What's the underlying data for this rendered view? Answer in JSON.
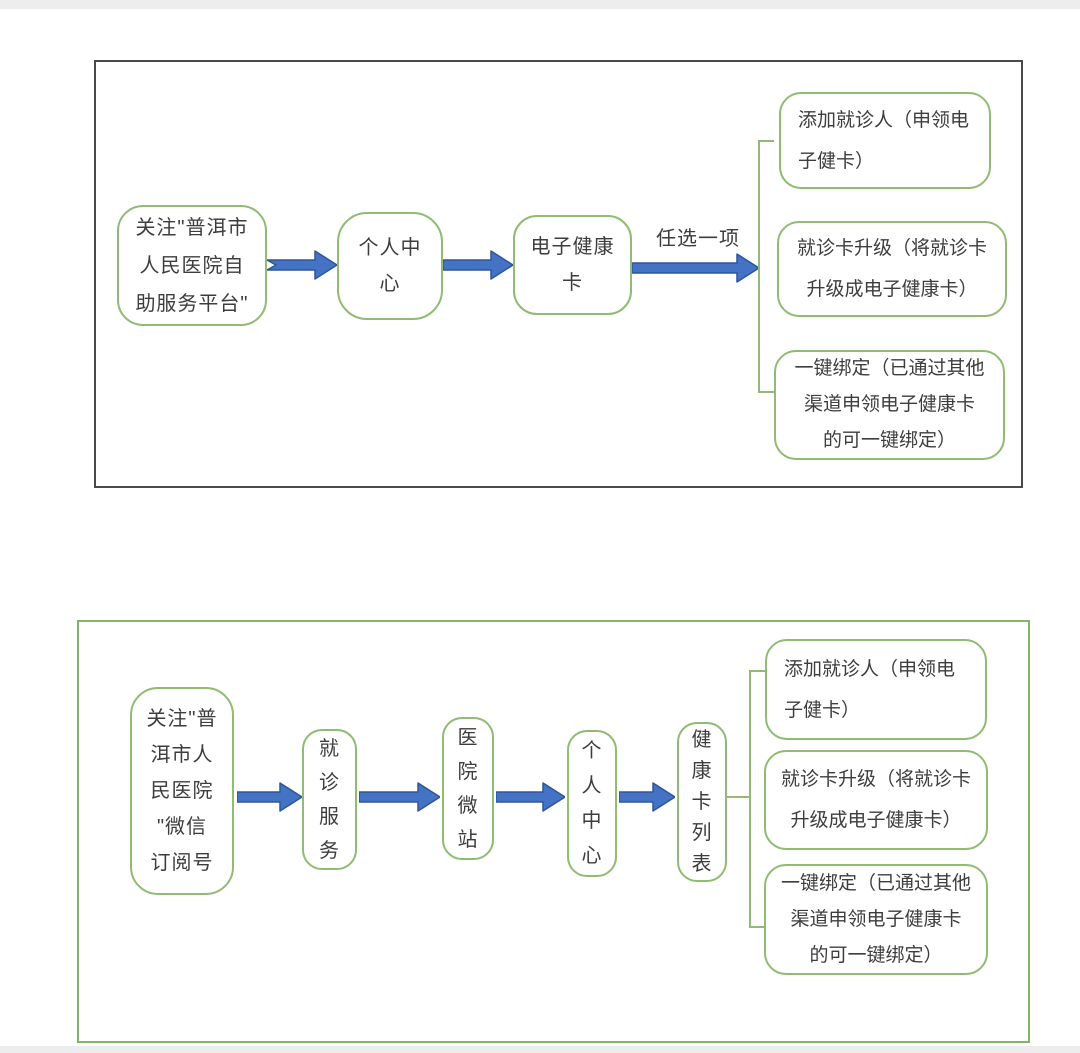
{
  "colors": {
    "box_border_green": "#8fbb72",
    "panel_border_green": "#83b564",
    "panel_border_dark": "#4a4a4a",
    "arrow_fill": "#4472c4",
    "arrow_stroke": "#2e5697",
    "text": "#3d3d3d"
  },
  "top_flow": {
    "nodes": [
      {
        "label": "关注\"普洱市\n人民医院自\n助服务平台\""
      },
      {
        "label": "个人中\n心"
      },
      {
        "label": "电子健康\n卡"
      }
    ],
    "arrow_label": "任选一项",
    "options": [
      {
        "label": "添加就诊人（申领电\n子健卡）"
      },
      {
        "label": "就诊卡升级（将就诊卡\n升级成电子健康卡）"
      },
      {
        "label": "一键绑定（已通过其他\n渠道申领电子健康卡\n的可一键绑定）"
      }
    ]
  },
  "bottom_flow": {
    "nodes": [
      {
        "label": "关注\"普\n洱市人\n民医院\n\"微信\n订阅号"
      },
      {
        "label": "就\n诊\n服\n务"
      },
      {
        "label": "医\n院\n微\n站"
      },
      {
        "label": "个\n人\n中\n心"
      },
      {
        "label": "健\n康\n卡\n列\n表"
      }
    ],
    "options": [
      {
        "label": "添加就诊人（申领电\n子健卡）"
      },
      {
        "label": "就诊卡升级（将就诊卡\n升级成电子健康卡）"
      },
      {
        "label": "一键绑定（已通过其他\n渠道申领电子健康卡\n的可一键绑定）"
      }
    ]
  }
}
